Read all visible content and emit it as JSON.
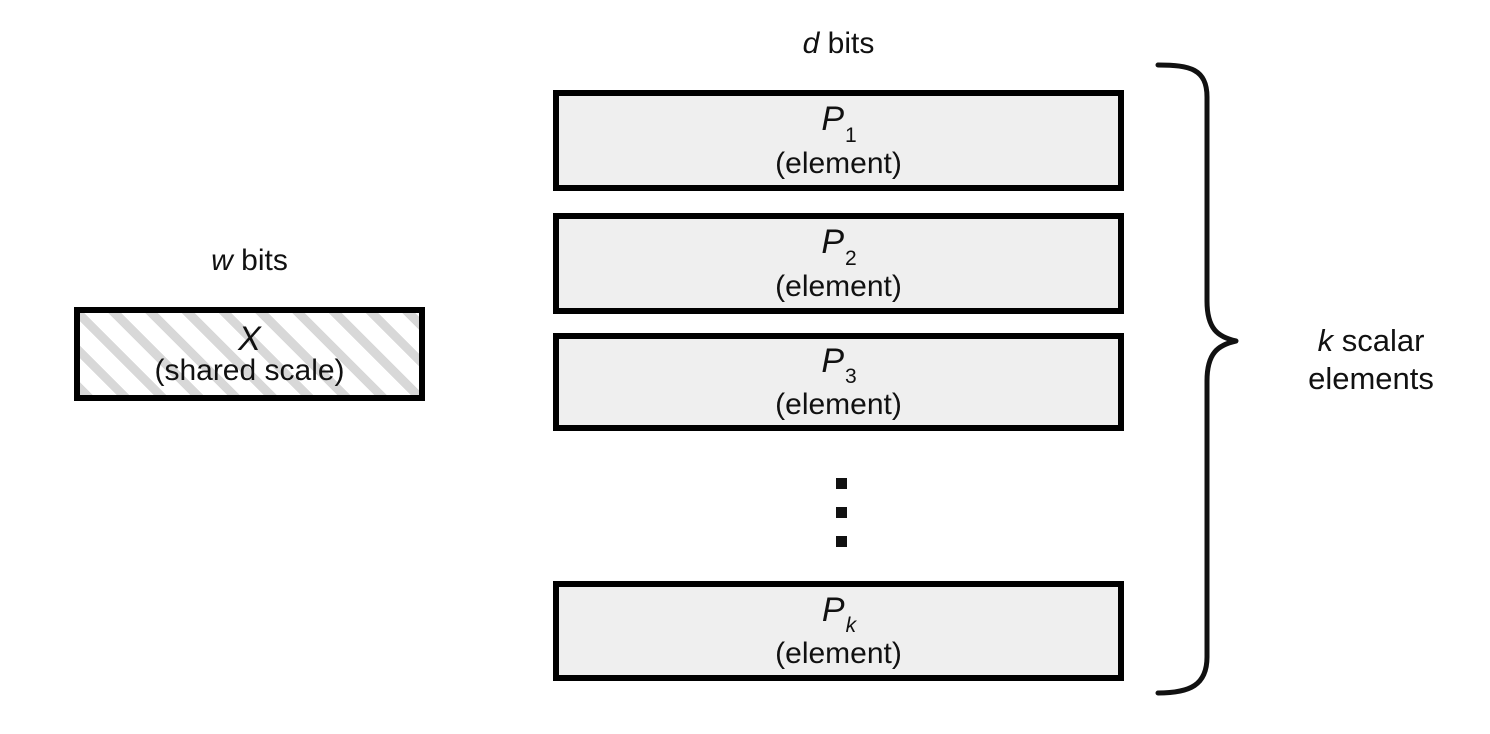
{
  "figure": {
    "kind": "block-diagram",
    "background": "#ffffff",
    "ink": "#111111",
    "element_fill": "#efefef",
    "hatch_fill": "#d8d8d8"
  },
  "scale_group": {
    "width_label": {
      "symbol": "w",
      "unit": "bits"
    },
    "block": {
      "title_symbol": "X",
      "subtitle": "(shared scale)"
    }
  },
  "elements_group": {
    "width_label": {
      "symbol": "d",
      "unit": "bits"
    },
    "blocks": [
      {
        "title_symbol": "P",
        "subscript": "1",
        "subscript_italic": false,
        "subtitle": "(element)"
      },
      {
        "title_symbol": "P",
        "subscript": "2",
        "subscript_italic": false,
        "subtitle": "(element)"
      },
      {
        "title_symbol": "P",
        "subscript": "3",
        "subscript_italic": false,
        "subtitle": "(element)"
      },
      {
        "title_symbol": "P",
        "subscript": "k",
        "subscript_italic": true,
        "subtitle": "(element)"
      }
    ],
    "continuation": {
      "glyph": "vertical-ellipsis",
      "dot_count": 3
    }
  },
  "brace_group": {
    "label_line1_symbol": "k",
    "label_line1_rest": "scalar",
    "label_line2": "elements"
  }
}
